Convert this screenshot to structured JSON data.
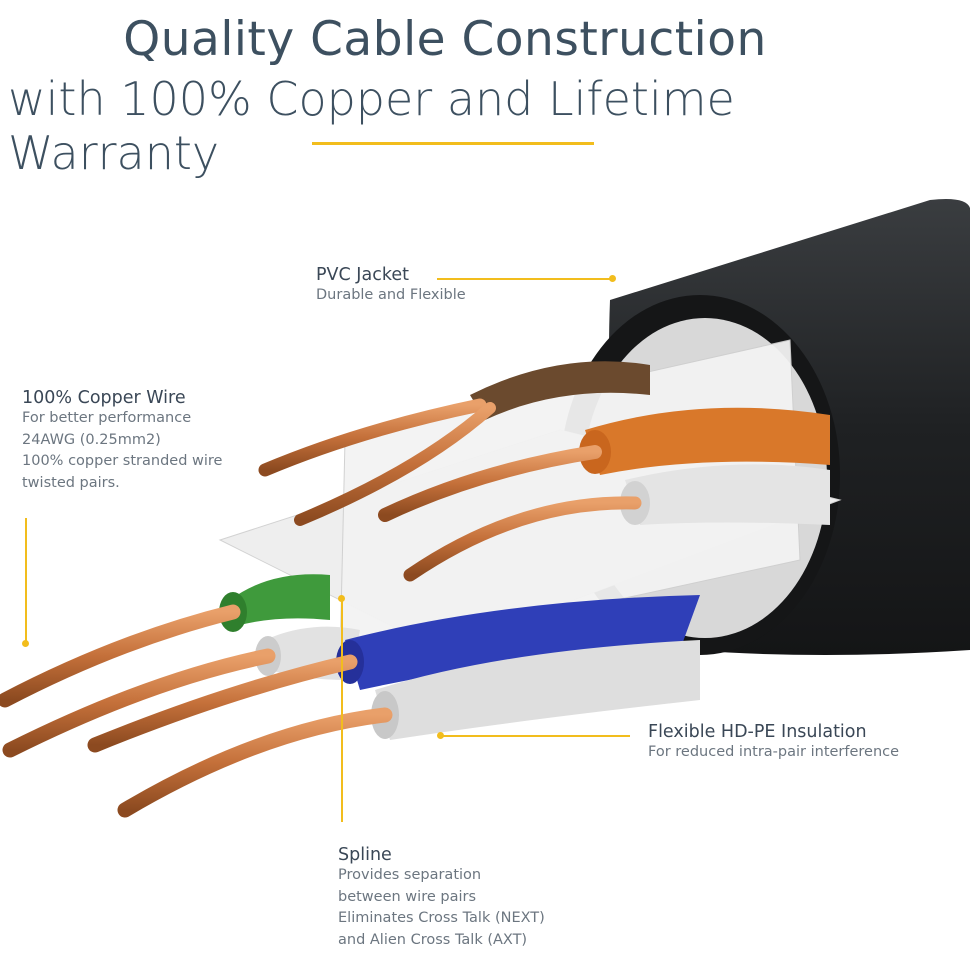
{
  "header": {
    "title_line1": "Quality Cable Construction",
    "title_line2": "with 100% Copper and Lifetime Warranty"
  },
  "callouts": {
    "pvc": {
      "title": "PVC Jacket",
      "desc": [
        "Durable and Flexible"
      ]
    },
    "copper": {
      "title": "100% Copper Wire",
      "desc": [
        "For better performance",
        "24AWG (0.25mm2)",
        "100% copper stranded wire",
        "twisted pairs."
      ]
    },
    "insulation": {
      "title": "Flexible HD-PE Insulation",
      "desc": [
        "For reduced intra-pair interference"
      ]
    },
    "spline": {
      "title": "Spline",
      "desc": [
        "Provides separation",
        "between wire pairs",
        "Eliminates Cross Talk (NEXT)",
        "and Alien Cross Talk (AXT)"
      ]
    }
  },
  "colors": {
    "accent": "#f2bd1d",
    "jacket": "#1e2022",
    "copper": "#c8753e",
    "pair_brown": "#6b4a2e",
    "pair_orange": "#d9782a",
    "pair_green": "#3f9a3c",
    "pair_blue": "#2f3fb8",
    "pair_white": "#e6e6e6",
    "spline": "#eeeeee"
  }
}
